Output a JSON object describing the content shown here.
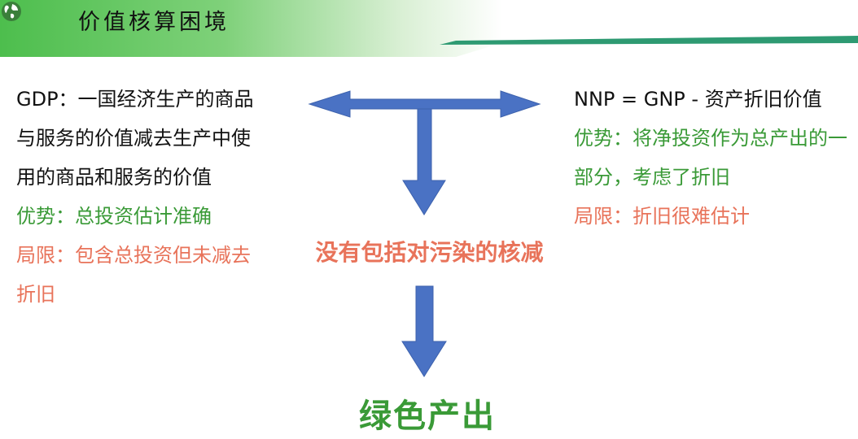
{
  "header": {
    "title": "价值核算困境",
    "icon": "globe-icon"
  },
  "left": {
    "definition": "GDP：一国经济生产的商品与服务的价值减去生产中使用的商品和服务的价值",
    "advantage": "优势：总投资估计准确",
    "limitation": "局限：包含总投资但未减去折旧"
  },
  "right": {
    "formula": "NNP = GNP - 资产折旧价值",
    "advantage": "优势：将净投资作为总产出的一部分，考虑了折旧",
    "limitation": "局限：折旧很难估计"
  },
  "middle": {
    "note": "没有包括对污染的核减"
  },
  "bottom": {
    "result": "绿色产出"
  },
  "colors": {
    "green_text": "#3a9a37",
    "orange_text": "#e8735a",
    "arrow_blue": "#4a72c4",
    "header_green": "#4dbe4d",
    "header_line": "#2e9a72"
  }
}
